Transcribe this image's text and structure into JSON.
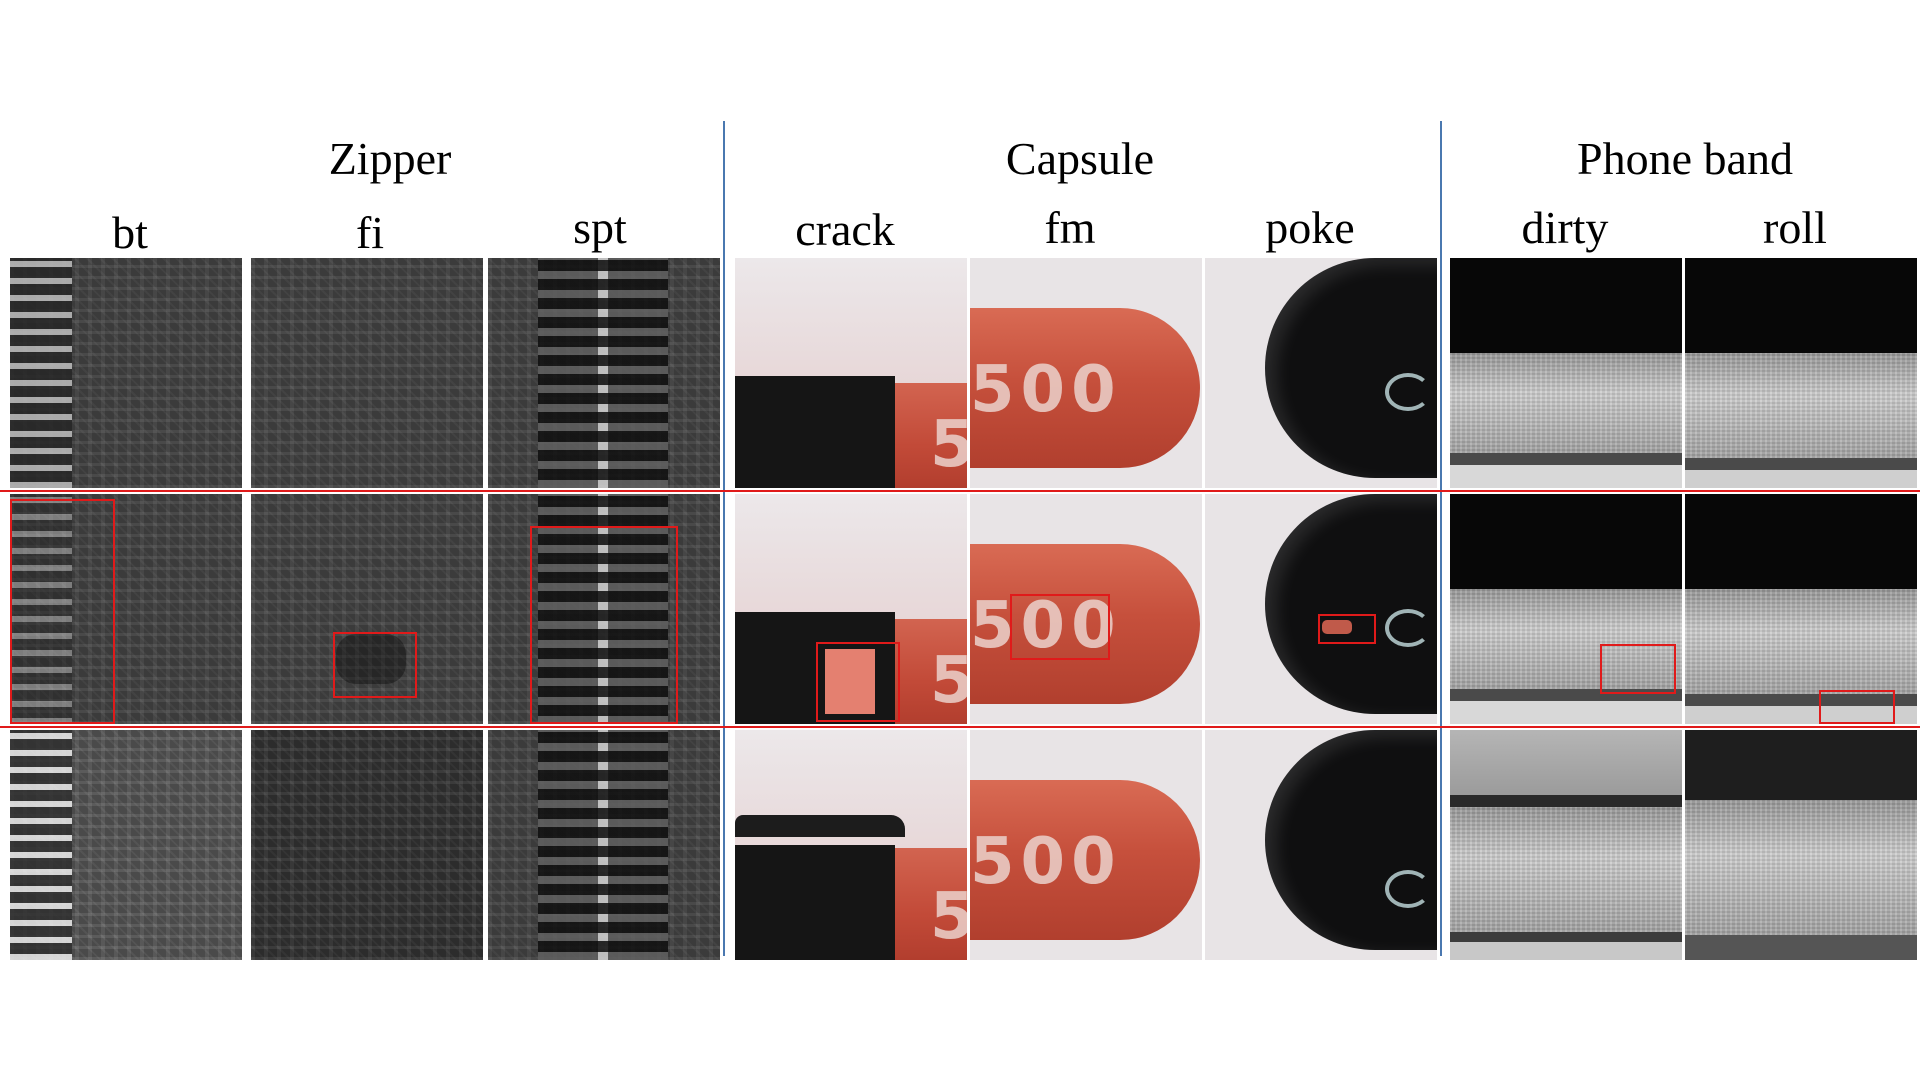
{
  "groups": [
    {
      "title": "Zipper",
      "columns": [
        "bt",
        "fi",
        "spt"
      ]
    },
    {
      "title": "Capsule",
      "columns": [
        "crack",
        "fm",
        "poke"
      ]
    },
    {
      "title": "Phone band",
      "columns": [
        "dirty",
        "roll"
      ]
    }
  ],
  "capsule_print": {
    "label_500": "500",
    "label_5": "5"
  },
  "colors": {
    "separator_vertical": "#4a78b0",
    "separator_horizontal": "#e01a1a",
    "defect_box": "#e01a1a"
  }
}
